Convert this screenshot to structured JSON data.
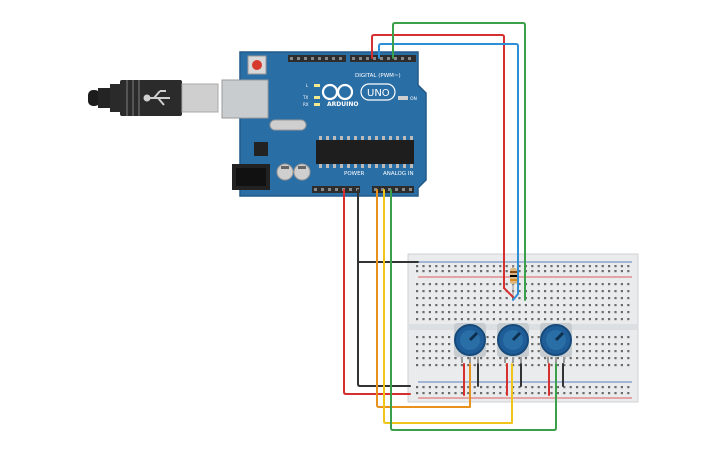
{
  "board": {
    "brand": "ARDUINO",
    "model": "UNO",
    "digital_label": "DIGITAL (PWM~)",
    "power_label": "POWER",
    "analog_label": "ANALOG IN",
    "on_label": "ON",
    "tx_label": "TX",
    "rx_label": "RX",
    "l_label": "L"
  },
  "wires": {
    "colors": {
      "red": "#d62f2f",
      "blue": "#2f8fd6",
      "green": "#3aa04a",
      "black": "#333333",
      "orange": "#e8911c",
      "yellow": "#f0c419"
    }
  },
  "colors": {
    "board_blue": "#2a6ea6",
    "breadboard": "#e9ebec",
    "knob_blue": "#1f5d99"
  }
}
